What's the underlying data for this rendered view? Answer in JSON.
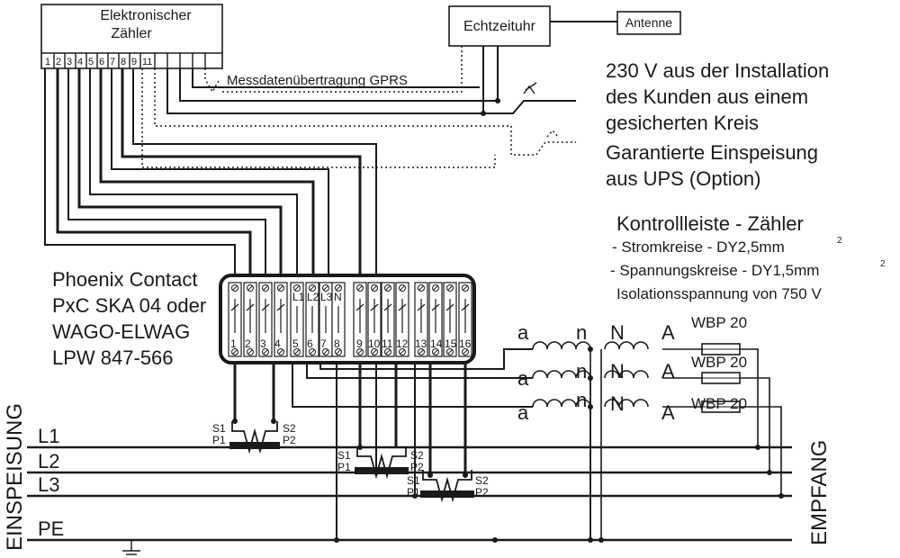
{
  "meter": {
    "title_line1": "Elektronischer",
    "title_line2": "Zähler",
    "terminals": [
      "1",
      "2",
      "3",
      "4",
      "5",
      "6",
      "7",
      "8",
      "9",
      "11"
    ]
  },
  "rtc": {
    "label": "Echtzeituhr"
  },
  "antenna": {
    "label": "Antenne"
  },
  "gprs": {
    "label": "Messdatenübertragung GPRS"
  },
  "supply_note": {
    "line1": "230 V aus der Installation",
    "line2": "des Kunden aus einem",
    "line3": "gesicherten Kreis",
    "line4": "Garantierte Einspeisung",
    "line5": "aus UPS (Option)"
  },
  "control_strip": {
    "title": "Kontrollleiste - Zähler",
    "line1": "- Stromkreise - DY2,5mm",
    "line1_sup": "2",
    "line2": "- Spannungskreise - DY1,5mm",
    "line2_sup": "2",
    "line3": "Isolationsspannung von 750 V"
  },
  "block_vendor": {
    "line1": "Phoenix Contact",
    "line2": "PxC SKA 04 oder",
    "line3": "WAGO-ELWAG",
    "line4": "LPW 847-566"
  },
  "block_top_labels": [
    "L1",
    "L2",
    "L3",
    "N"
  ],
  "block_terminals": [
    "1",
    "2",
    "3",
    "4",
    "5",
    "6",
    "7",
    "8",
    "9",
    "10",
    "11",
    "12",
    "13",
    "14",
    "15",
    "16"
  ],
  "vt": {
    "a": "a",
    "n": "n",
    "N": "N",
    "A": "A"
  },
  "fuses": [
    "WBP 20",
    "WBP 20",
    "WBP 20"
  ],
  "ct_labels": {
    "s1": "S1",
    "p1": "P1",
    "s2": "S2",
    "p2": "P2"
  },
  "buses": [
    "L1",
    "L2",
    "L3",
    "PE"
  ],
  "side_left": "EINSPEISUNG",
  "side_right": "EMPFANG"
}
